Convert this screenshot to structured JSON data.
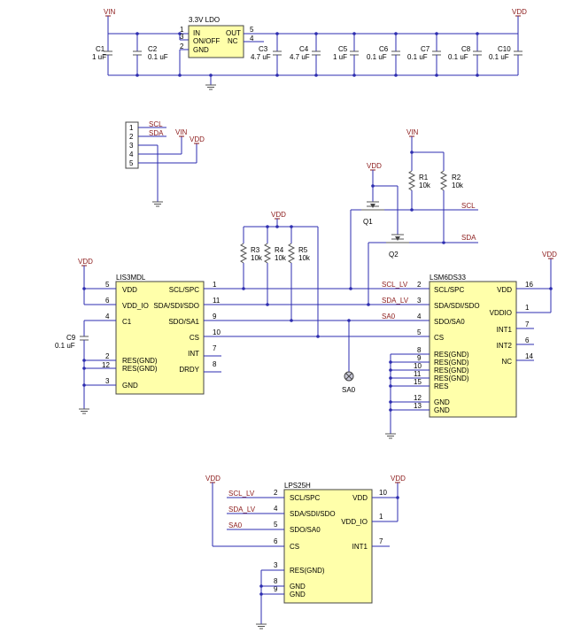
{
  "ldo": {
    "name": "3.3V LDO",
    "pins": {
      "in": "IN",
      "onoff": "ON/OFF",
      "gnd": "GND",
      "out": "OUT",
      "nc": "NC"
    },
    "pin_numbers": {
      "in": "1",
      "onoff": "3",
      "gnd": "2",
      "out": "5",
      "nc": "4"
    }
  },
  "power": {
    "vin": "VIN",
    "vdd": "VDD"
  },
  "capacitors": [
    {
      "ref": "C1",
      "value": "1 uF"
    },
    {
      "ref": "C2",
      "value": "0.1 uF"
    },
    {
      "ref": "C3",
      "value": "4.7 uF"
    },
    {
      "ref": "C4",
      "value": "4.7 uF"
    },
    {
      "ref": "C5",
      "value": "1 uF"
    },
    {
      "ref": "C6",
      "value": "0.1 uF"
    },
    {
      "ref": "C7",
      "value": "0.1 uF"
    },
    {
      "ref": "C8",
      "value": "0.1 uF"
    },
    {
      "ref": "C10",
      "value": "0.1 uF"
    },
    {
      "ref": "C9",
      "value": "0.1 uF"
    }
  ],
  "header": {
    "pins": [
      "1",
      "2",
      "3",
      "4",
      "5"
    ],
    "nets": {
      "scl": "SCL",
      "sda": "SDA",
      "vin": "VIN",
      "vdd": "VDD"
    }
  },
  "level_shift": {
    "resistors": [
      {
        "ref": "R1",
        "value": "10k"
      },
      {
        "ref": "R2",
        "value": "10k"
      }
    ],
    "fets": [
      "Q1",
      "Q2"
    ],
    "nets": {
      "scl": "SCL",
      "sda": "SDA"
    }
  },
  "pullups": [
    {
      "ref": "R3",
      "value": "10k"
    },
    {
      "ref": "R4",
      "value": "10k"
    },
    {
      "ref": "R5",
      "value": "10k"
    }
  ],
  "lis3mdl": {
    "name": "LIS3MDL",
    "left_pins": [
      {
        "num": "5",
        "name": "VDD"
      },
      {
        "num": "6",
        "name": "VDD_IO"
      },
      {
        "num": "4",
        "name": "C1"
      },
      {
        "num": "2",
        "name": "RES(GND)"
      },
      {
        "num": "12",
        "name": "RES(GND)"
      },
      {
        "num": "3",
        "name": "GND"
      }
    ],
    "right_pins": [
      {
        "num": "1",
        "name": "SCL/SPC"
      },
      {
        "num": "11",
        "name": "SDA/SDI/SDO"
      },
      {
        "num": "9",
        "name": "SDO/SA1"
      },
      {
        "num": "10",
        "name": "CS"
      },
      {
        "num": "7",
        "name": "INT"
      },
      {
        "num": "8",
        "name": "DRDY"
      }
    ]
  },
  "nets": {
    "scl_lv": "SCL_LV",
    "sda_lv": "SDA_LV",
    "sa0": "SA0"
  },
  "sa0_pad": "SA0",
  "lsm6ds33": {
    "name": "LSM6DS33",
    "left_pins": [
      {
        "num": "2",
        "name": "SCL/SPC"
      },
      {
        "num": "3",
        "name": "SDA/SDI/SDO"
      },
      {
        "num": "4",
        "name": "SDO/SA0"
      },
      {
        "num": "5",
        "name": "CS"
      },
      {
        "num": "8",
        "name": "RES(GND)"
      },
      {
        "num": "9",
        "name": "RES(GND)"
      },
      {
        "num": "10",
        "name": "RES(GND)"
      },
      {
        "num": "11",
        "name": "RES(GND)"
      },
      {
        "num": "15",
        "name": "RES"
      },
      {
        "num": "12",
        "name": "GND"
      },
      {
        "num": "13",
        "name": "GND"
      }
    ],
    "right_pins": [
      {
        "num": "16",
        "name": "VDD"
      },
      {
        "num": "1",
        "name": "VDDIO"
      },
      {
        "num": "7",
        "name": "INT1"
      },
      {
        "num": "6",
        "name": "INT2"
      },
      {
        "num": "14",
        "name": "NC"
      }
    ]
  },
  "lps25h": {
    "name": "LPS25H",
    "left_pins": [
      {
        "num": "2",
        "name": "SCL/SPC"
      },
      {
        "num": "4",
        "name": "SDA/SDI/SDO"
      },
      {
        "num": "5",
        "name": "SDO/SA0"
      },
      {
        "num": "6",
        "name": "CS"
      },
      {
        "num": "3",
        "name": "RES(GND)"
      },
      {
        "num": "8",
        "name": "GND"
      },
      {
        "num": "9",
        "name": "GND"
      }
    ],
    "right_pins": [
      {
        "num": "10",
        "name": "VDD"
      },
      {
        "num": "1",
        "name": "VDD_IO"
      },
      {
        "num": "7",
        "name": "INT1"
      }
    ]
  }
}
